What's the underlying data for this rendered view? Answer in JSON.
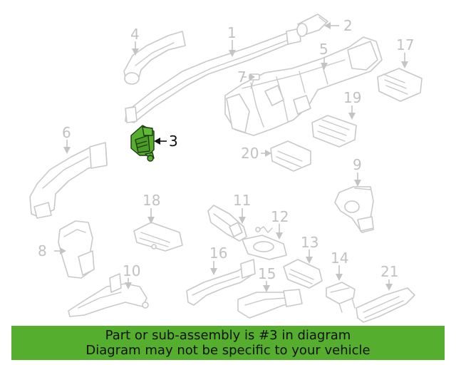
{
  "diagram": {
    "highlighted_callout": "3",
    "highlight_color": "#56ae2e",
    "callouts": [
      "1",
      "2",
      "3",
      "4",
      "5",
      "6",
      "7",
      "8",
      "9",
      "10",
      "11",
      "12",
      "13",
      "14",
      "15",
      "16",
      "17",
      "18",
      "19",
      "20",
      "21"
    ]
  },
  "banner": {
    "line1": "Part or sub-assembly is #3 in diagram",
    "line2": "Diagram may not be specific to your vehicle",
    "background": "#56ae2e"
  }
}
